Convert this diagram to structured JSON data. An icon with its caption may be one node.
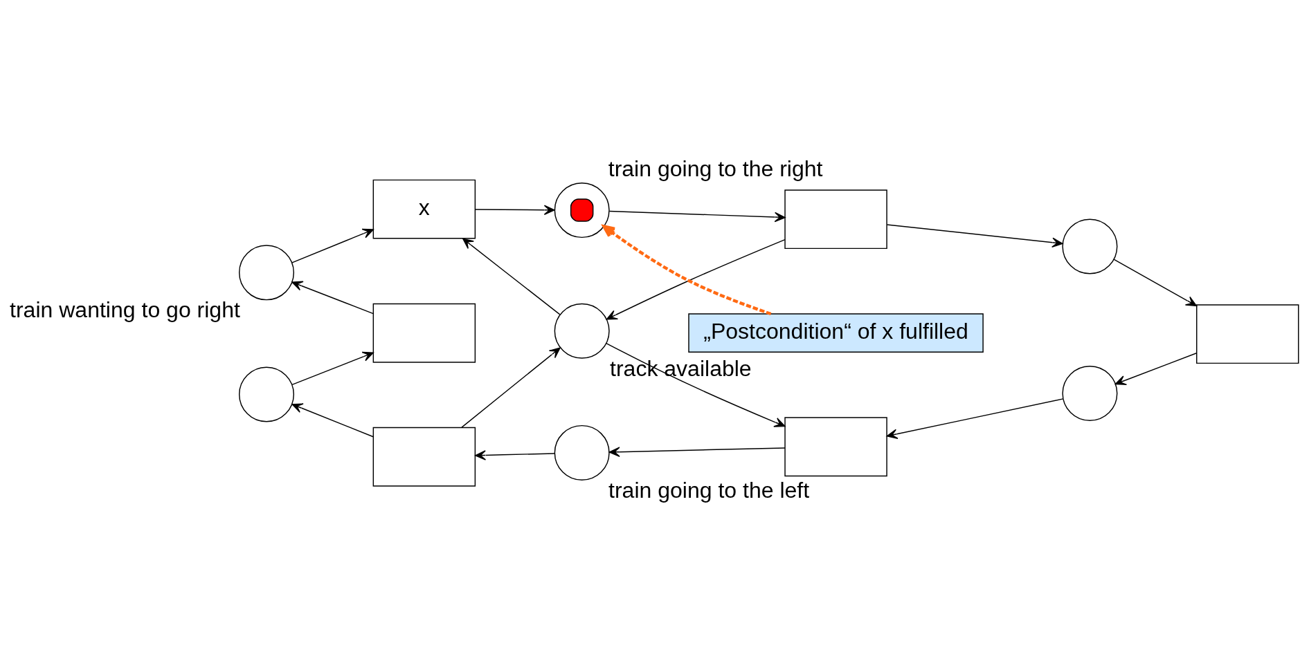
{
  "diagram": {
    "nodes": [
      {
        "text": [],
        "shape": "circle",
        "beside": [
          "train wanting to go right"
        ]
      },
      {
        "text": [
          "x"
        ]
      },
      {
        "text": [],
        "shape": "circle",
        "beside": [
          "train going to the right"
        ]
      },
      {
        "text": [],
        "shape": "box"
      },
      {
        "text": [
          "„Postcondition“ of x fulfilled"
        ]
      },
      {
        "text": [],
        "shape": "circle"
      },
      {
        "text": [],
        "shape": "box"
      },
      {
        "text": [],
        "shape": "circle",
        "beside": [
          "track available"
        ]
      },
      {
        "text": [],
        "shape": "box"
      },
      {
        "text": [],
        "shape": "circle"
      },
      {
        "text": [],
        "shape": "box"
      },
      {
        "text": [],
        "shape": "circle",
        "beside": [
          "train going to the left"
        ]
      },
      {
        "text": [],
        "shape": "box"
      },
      {
        "text": [],
        "shape": "circle"
      }
    ],
    "edges": [
      {
        "from": 6,
        "to": 0,
        "arrow": "to"
      },
      {
        "from": 0,
        "to": 1,
        "arrow": "to"
      },
      {
        "from": 1,
        "to": 2,
        "arrow": "to"
      },
      {
        "from": 2,
        "to": 3,
        "arrow": "to"
      },
      {
        "from": 3,
        "to": 5,
        "arrow": "to"
      },
      {
        "from": 5,
        "to": 8,
        "arrow": "to"
      },
      {
        "from": 8,
        "to": 13,
        "arrow": "to"
      },
      {
        "from": 13,
        "to": 12,
        "arrow": "to"
      },
      {
        "from": 12,
        "to": 11,
        "arrow": "to"
      },
      {
        "from": 11,
        "to": 10,
        "arrow": "to"
      },
      {
        "from": 10,
        "to": 9,
        "arrow": "to"
      },
      {
        "from": 9,
        "to": 6,
        "arrow": "to"
      },
      {
        "from": 7,
        "to": 1,
        "arrow": "to"
      },
      {
        "from": 3,
        "to": 7,
        "arrow": "to"
      },
      {
        "from": 10,
        "to": 7,
        "arrow": "to"
      },
      {
        "from": 7,
        "to": 12,
        "arrow": "to"
      },
      {
        "from": 4,
        "to": 2,
        "arrow": "to",
        "style": "dashed",
        "color": "#ff6a13"
      }
    ]
  }
}
